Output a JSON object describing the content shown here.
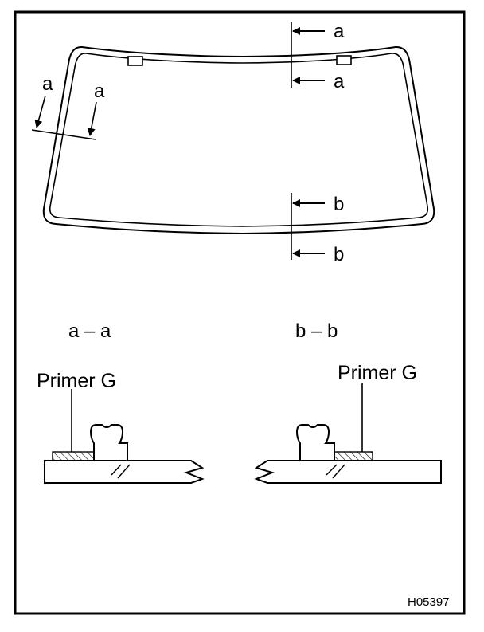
{
  "figure_code": "H05397",
  "windshield": {
    "section_a_markers": [
      "a",
      "a"
    ],
    "section_a_side_markers": [
      "a",
      "a"
    ],
    "section_b_markers": [
      "b",
      "b"
    ]
  },
  "sections": [
    {
      "title": "a – a",
      "callout": "Primer G"
    },
    {
      "title": "b – b",
      "callout": "Primer G"
    }
  ]
}
